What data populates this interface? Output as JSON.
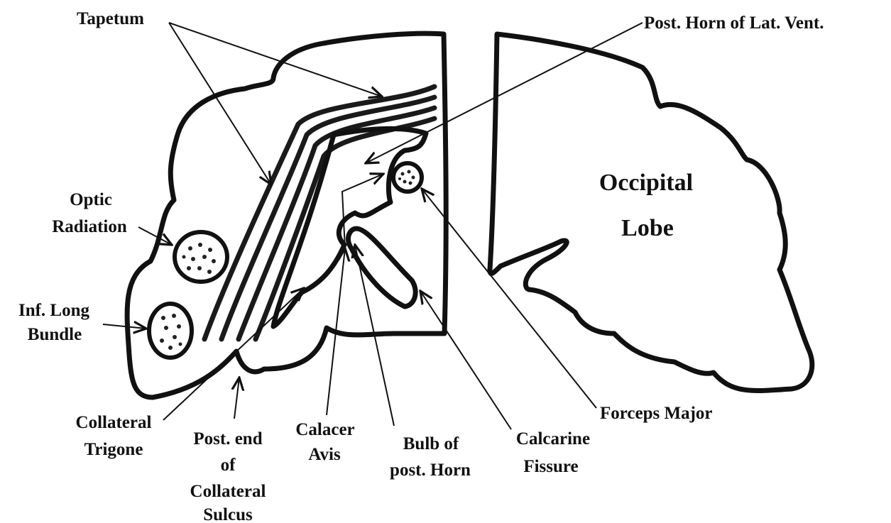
{
  "labels": {
    "tapetum": "Tapetum",
    "post_horn_lat_vent": "Post. Horn of Lat. Vent.",
    "optic_radiation": [
      "Optic",
      "Radiation"
    ],
    "inf_long_bundle": [
      "Inf. Long",
      "Bundle"
    ],
    "occipital_lobe": [
      "Occipital",
      "Lobe"
    ],
    "forceps_major": "Forceps Major",
    "collateral_trigone": [
      "Collateral",
      "Trigone"
    ],
    "post_end_collateral_sulcus": [
      "Post. end",
      "of",
      "Collateral",
      "Sulcus"
    ],
    "calcar_avis": [
      "Calacer",
      "Avis"
    ],
    "bulb_post_horn": [
      "Bulb of",
      "post. Horn"
    ],
    "calcarine_fissure": [
      "Calcarine",
      "Fissure"
    ]
  }
}
